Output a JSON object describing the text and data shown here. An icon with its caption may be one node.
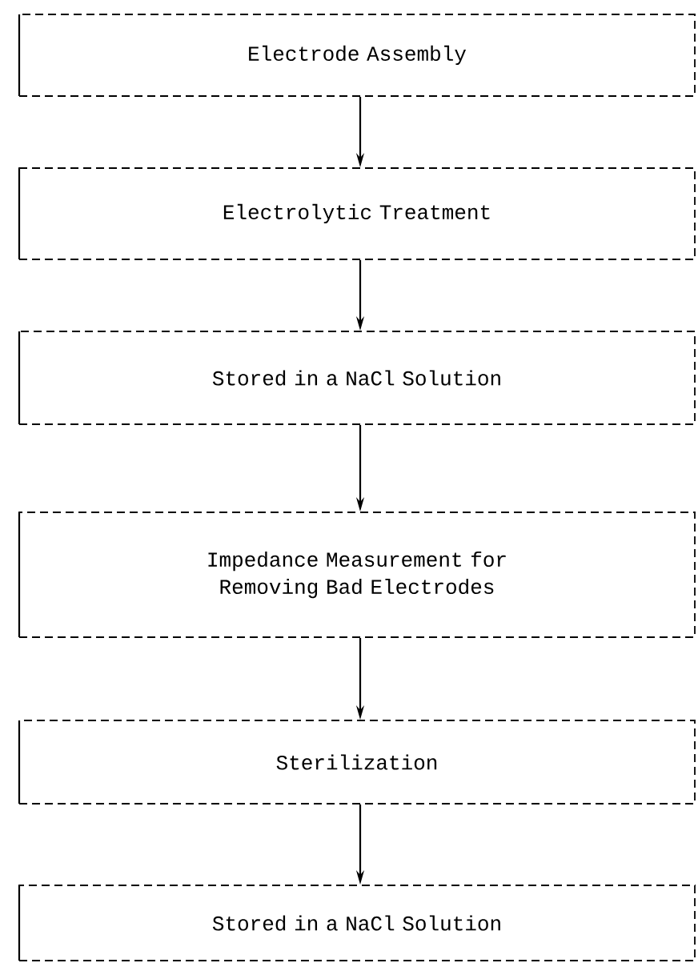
{
  "diagram": {
    "nodes": [
      {
        "text": [
          "Electrode Assembly"
        ]
      },
      {
        "text": [
          "Electrolytic Treatment"
        ]
      },
      {
        "text": [
          "Stored in a NaCl Solution"
        ]
      },
      {
        "text": [
          "Impedance Measurement for Removing Bad Electrodes"
        ]
      },
      {
        "text": [
          "Sterilization"
        ]
      },
      {
        "text": [
          "Stored in a NaCl Solution"
        ]
      }
    ],
    "edges": [
      {
        "from": 0,
        "to": 1,
        "arrow": "to"
      },
      {
        "from": 1,
        "to": 2,
        "arrow": "to"
      },
      {
        "from": 2,
        "to": 3,
        "arrow": "to"
      },
      {
        "from": 3,
        "to": 4,
        "arrow": "to"
      },
      {
        "from": 4,
        "to": 5,
        "arrow": "to"
      }
    ]
  }
}
